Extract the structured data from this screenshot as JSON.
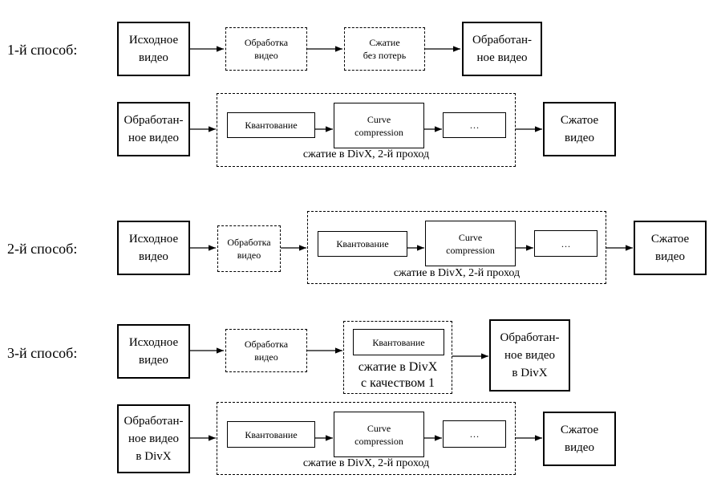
{
  "methods": {
    "m1": "1-й способ:",
    "m2": "2-й способ:",
    "m3": "3-й способ:"
  },
  "labels": {
    "source_video": "Исходное\nвидео",
    "video_processing": "Обработка\nвидео",
    "lossless_compression": "Сжатие\nбез потерь",
    "processed_video": "Обработан-\nное видео",
    "processed_video_divx": "Обработан-\nное видео\nв DivX",
    "quantization": "Квантование",
    "curve_compression": "Curve\ncompression",
    "ellipsis": "…",
    "compressed_video": "Сжатое\nвидео",
    "divx_pass2": "сжатие в DivX, 2-й проход",
    "divx_quality1": "сжатие в DivX\nс качеством 1"
  }
}
